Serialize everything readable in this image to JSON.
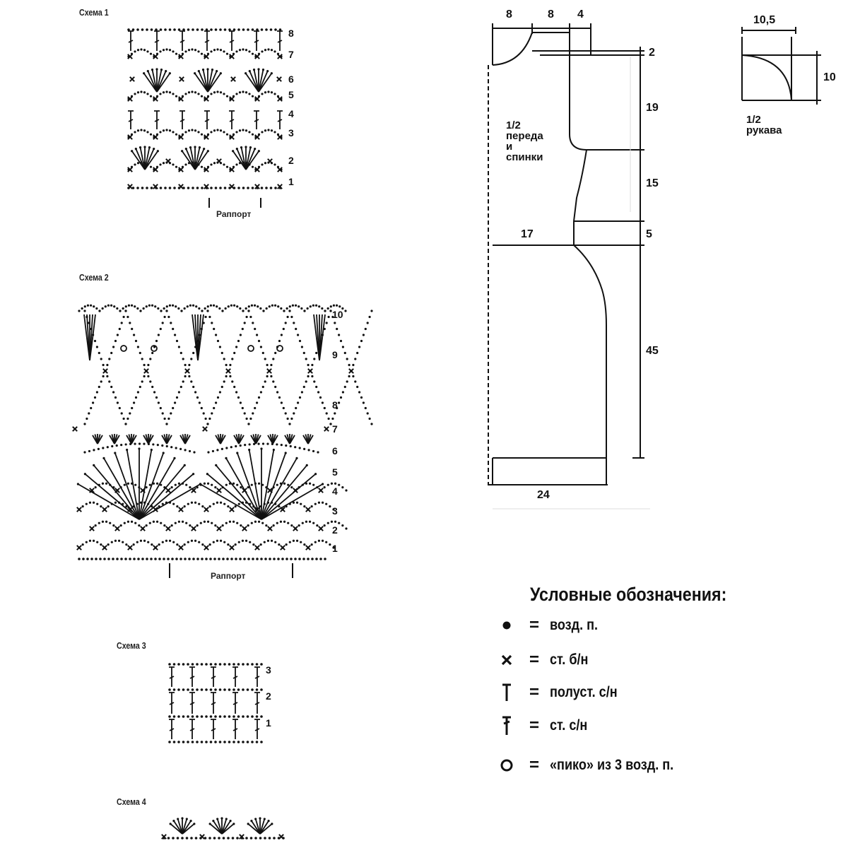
{
  "schema1": {
    "title": "Схема 1",
    "rows": [
      "1",
      "2",
      "3",
      "4",
      "5",
      "6",
      "7",
      "8"
    ],
    "rapport": "Раппорт"
  },
  "schema2": {
    "title": "Схема 2",
    "rows": [
      "1",
      "2",
      "3",
      "4",
      "5",
      "6",
      "7",
      "8",
      "9",
      "10"
    ],
    "rapport": "Раппорт"
  },
  "schema3": {
    "title": "Схема 3",
    "rows": [
      "1",
      "2",
      "3"
    ]
  },
  "schema4": {
    "title": "Схема 4"
  },
  "pattern_body": {
    "label": "1/2\nпереда\nи\nспинки",
    "dims": {
      "top_a": "8",
      "top_b": "8",
      "top_c": "4",
      "d2": "2",
      "d19": "19",
      "d15": "15",
      "d5": "5",
      "d17": "17",
      "d45": "45",
      "d24": "24"
    }
  },
  "pattern_sleeve": {
    "label": "1/2\nрукава",
    "width": "10,5",
    "height": "10"
  },
  "legend": {
    "title": "Условные обозначения:",
    "eq": "=",
    "items": [
      {
        "symbol": "dot-icon",
        "text": "возд. п."
      },
      {
        "symbol": "x-icon",
        "text": "ст. б/н"
      },
      {
        "symbol": "half-dc-icon",
        "text": "полуст. с/н"
      },
      {
        "symbol": "dc-icon",
        "text": "ст. с/н"
      },
      {
        "symbol": "picot-icon",
        "text": "«пико» из 3 возд. п."
      }
    ]
  }
}
